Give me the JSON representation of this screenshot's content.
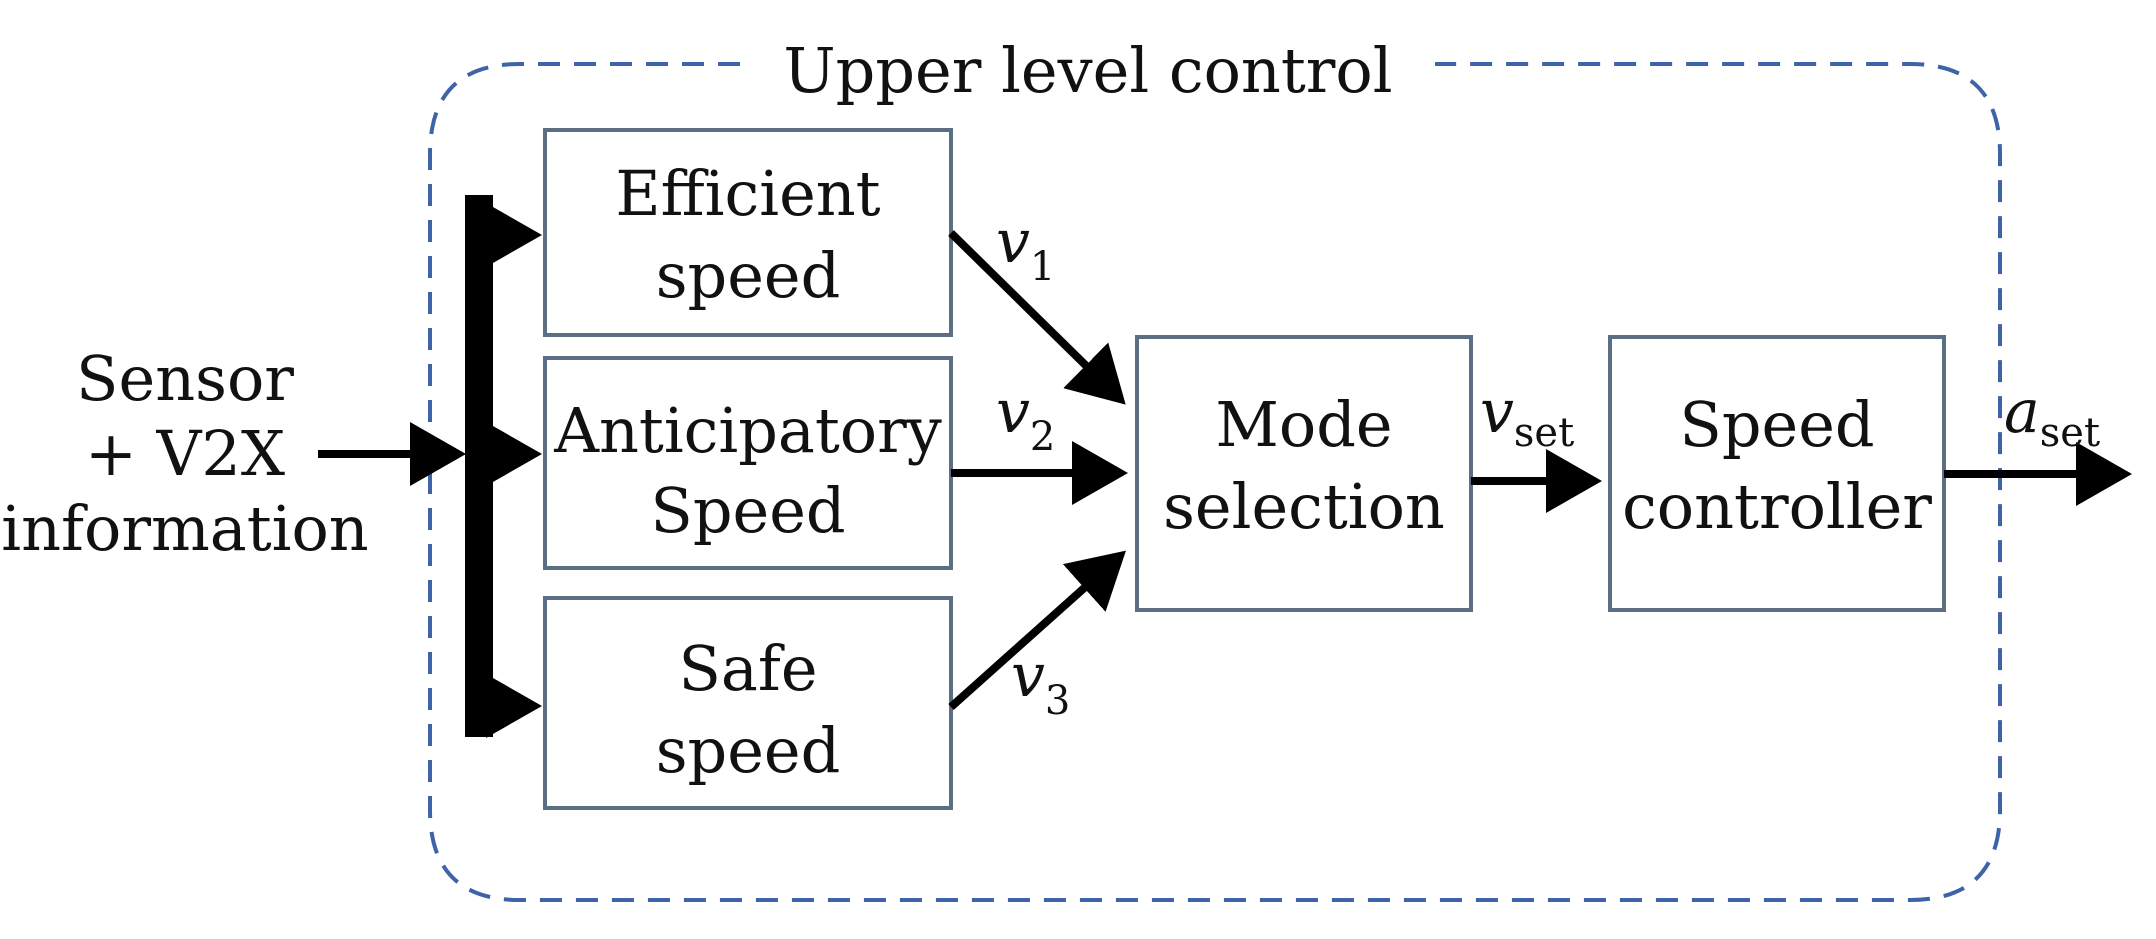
{
  "diagram": {
    "region_label": "Upper level control",
    "input_label": {
      "line1": "Sensor",
      "line2": "+ V2X",
      "line3": "information"
    },
    "blocks": {
      "efficient": {
        "line1": "Efficient",
        "line2": "speed"
      },
      "anticipatory": {
        "line1": "Anticipatory",
        "line2": "Speed"
      },
      "safe": {
        "line1": "Safe",
        "line2": "speed"
      },
      "mode": {
        "line1": "Mode",
        "line2": "selection"
      },
      "controller": {
        "line1": "Speed",
        "line2": "controller"
      }
    },
    "signals": {
      "v1": {
        "base": "v",
        "sub": "1"
      },
      "v2": {
        "base": "v",
        "sub": "2"
      },
      "v3": {
        "base": "v",
        "sub": "3"
      },
      "vset": {
        "base": "v",
        "sub": "set"
      },
      "aset": {
        "base": "a",
        "sub": "set"
      }
    },
    "colors": {
      "region_border": "#3f63a8",
      "box_border": "#5b6e84",
      "arrow": "#000000"
    }
  }
}
